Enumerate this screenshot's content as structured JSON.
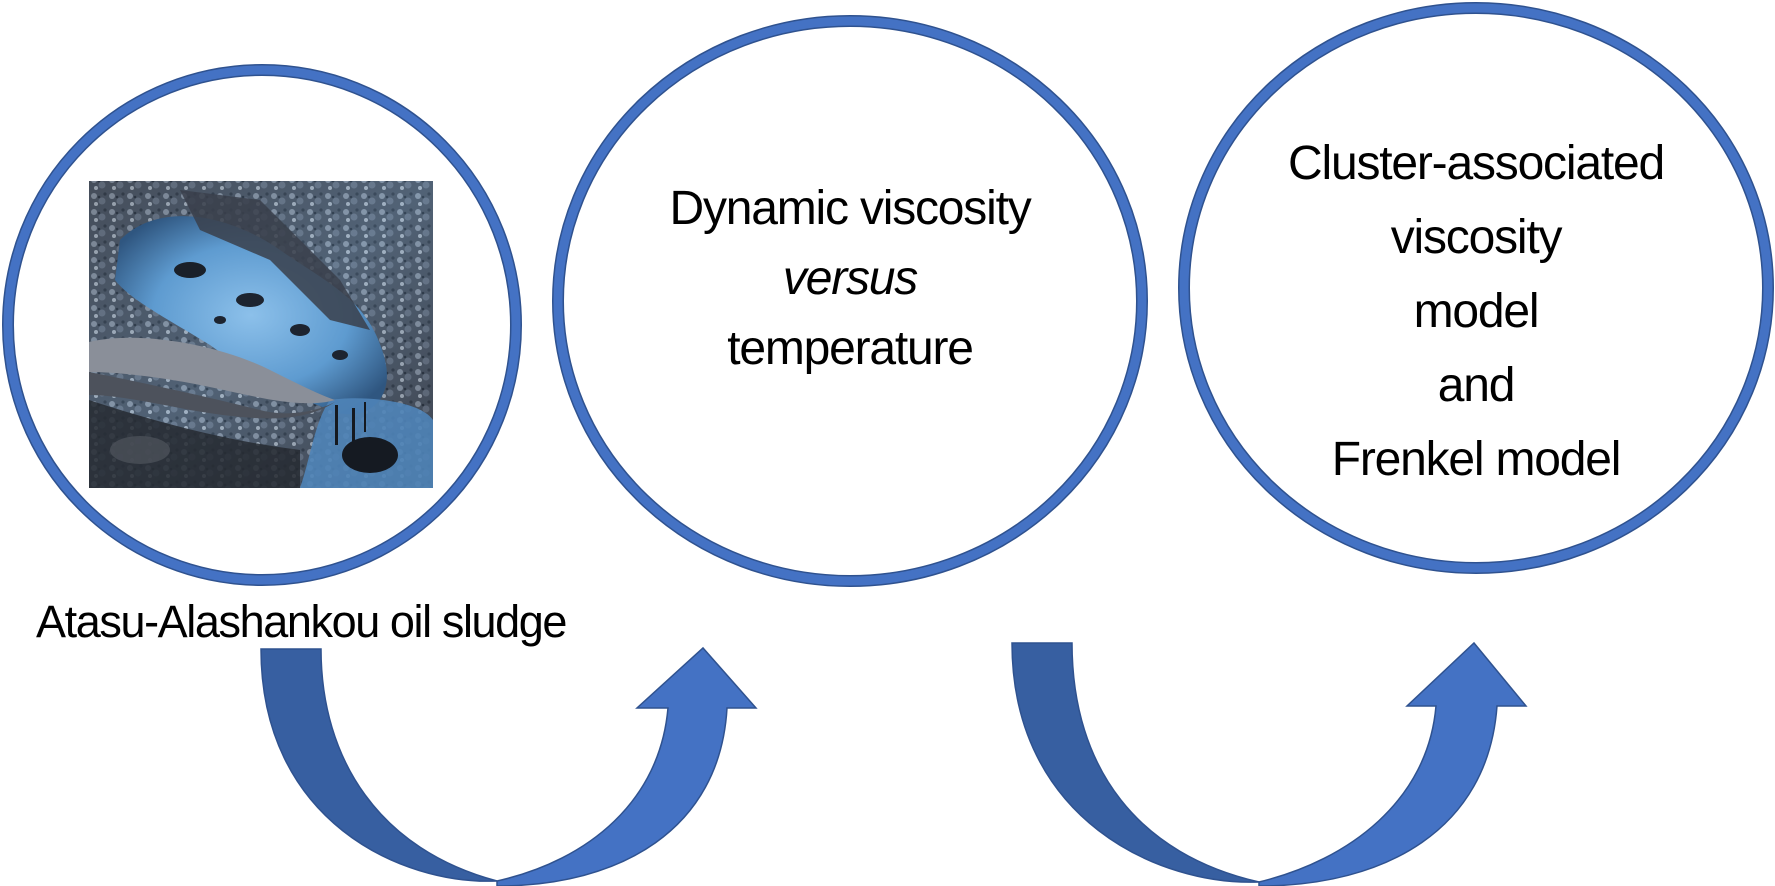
{
  "diagram": {
    "steps": [
      {
        "id": "sample",
        "content_type": "photo",
        "photo_subject": "oil sludge on gravel",
        "caption": "Atasu-Alashankou oil sludge"
      },
      {
        "id": "measurement",
        "content_type": "text",
        "lines": [
          {
            "text": "Dynamic viscosity",
            "italic": false
          },
          {
            "text": "versus",
            "italic": true
          },
          {
            "text": "temperature",
            "italic": false
          }
        ]
      },
      {
        "id": "models",
        "content_type": "text",
        "lines": [
          {
            "text": "Cluster-associated",
            "italic": false
          },
          {
            "text": "viscosity",
            "italic": false
          },
          {
            "text": "model",
            "italic": false
          },
          {
            "text": "and",
            "italic": false
          },
          {
            "text": "Frenkel model",
            "italic": false
          }
        ]
      }
    ],
    "connectors": [
      {
        "from": "sample",
        "to": "measurement",
        "icon": "curved-u-arrow-icon"
      },
      {
        "from": "measurement",
        "to": "models",
        "icon": "curved-u-arrow-icon"
      }
    ],
    "colors": {
      "circle_stroke": "#4472c4",
      "circle_outline": "#2f528f",
      "arrow_tail": "#375fa1",
      "arrow_head": "#4472c4",
      "text": "#000000",
      "background": "#ffffff"
    }
  }
}
